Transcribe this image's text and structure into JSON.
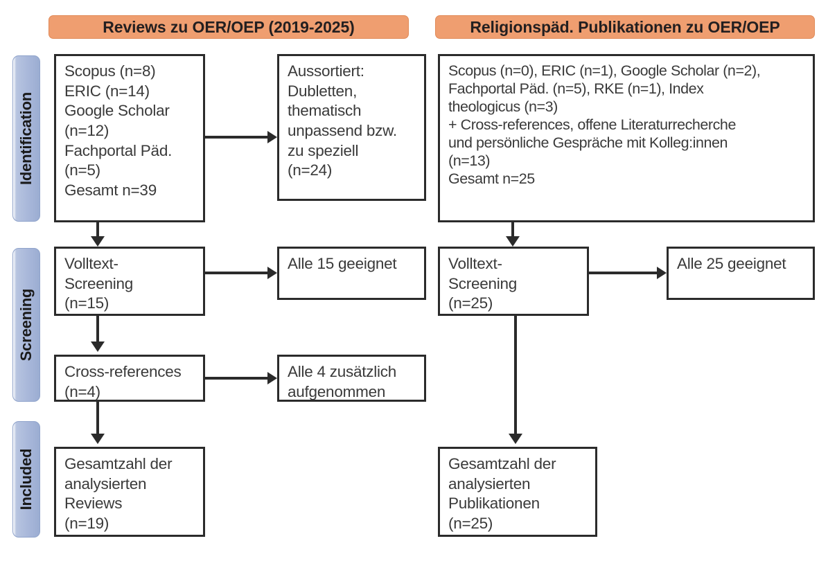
{
  "headers": {
    "left": "Reviews zu OER/OEP (2019-2025)",
    "right": "Religionspäd. Publikationen zu OER/OEP"
  },
  "stages": [
    {
      "label": "Identification"
    },
    {
      "label": "Screening"
    },
    {
      "label": "Included"
    }
  ],
  "left_column": {
    "sources": "Scopus (n=8)\nERIC (n=14)\nGoogle Scholar\n(n=12)\nFachportal Päd.\n(n=5)\nGesamt n=39",
    "excluded": "Aussortiert:\nDubletten,\nthematisch\nunpassend bzw.\nzu speziell\n(n=24)",
    "screening": "Volltext-\nScreening\n(n=15)",
    "screening_result": "Alle 15 geeignet",
    "crossrefs": "Cross-references\n(n=4)",
    "crossrefs_result": "Alle 4 zusätzlich\naufgenommen",
    "included": "Gesamtzahl der\nanalysierten\nReviews\n(n=19)"
  },
  "right_column": {
    "sources": "Scopus (n=0), ERIC (n=1), Google Scholar (n=2),\nFachportal Päd. (n=5), RKE (n=1), Index\ntheologicus (n=3)\n+ Cross-references, offene Literaturrecherche\nund persönliche Gespräche mit Kolleg:innen\n(n=13)\nGesamt n=25",
    "screening": "Volltext-\nScreening\n(n=25)",
    "screening_result": "Alle 25 geeignet",
    "included": "Gesamtzahl der\nanalysierten\nPublikationen\n(n=25)"
  },
  "colors": {
    "header_orange": "#ef9e70",
    "stage_blue": "#a9b8da",
    "line_black": "#2b2b2b",
    "text_gray": "#3a3a3a"
  }
}
